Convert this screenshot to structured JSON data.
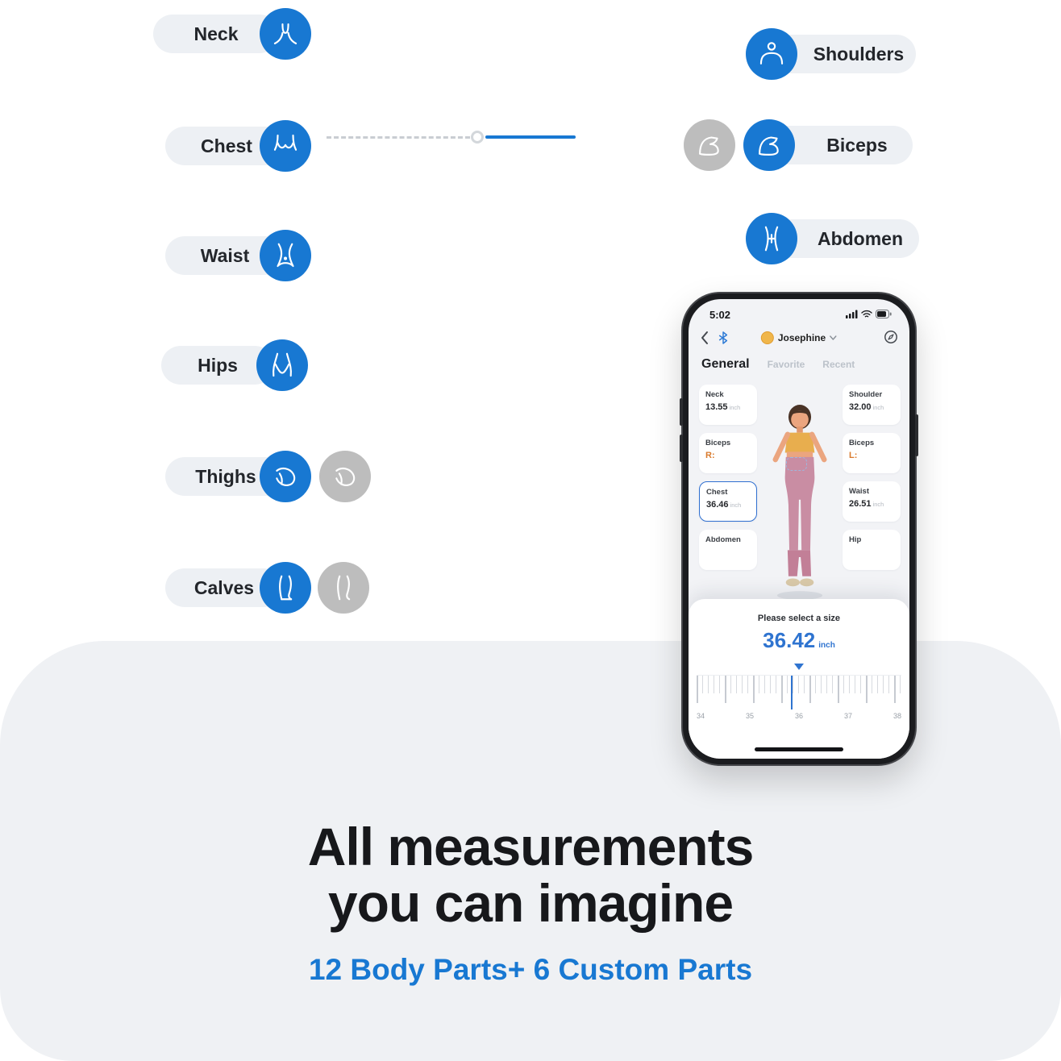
{
  "infographic": {
    "left_parts": [
      {
        "label": "Neck"
      },
      {
        "label": "Chest"
      },
      {
        "label": "Waist"
      },
      {
        "label": "Hips"
      },
      {
        "label": "Thighs"
      },
      {
        "label": "Calves"
      }
    ],
    "right_parts": [
      {
        "label": "Shoulders"
      },
      {
        "label": "Biceps"
      },
      {
        "label": "Abdomen"
      }
    ]
  },
  "phone": {
    "status": {
      "time": "5:02"
    },
    "nav": {
      "profile_name": "Josephine"
    },
    "tabs": [
      "General",
      "Favorite",
      "Recent"
    ],
    "cards_left": [
      {
        "title": "Neck",
        "value": "13.55",
        "unit": "inch"
      },
      {
        "title": "Biceps",
        "value": "R:",
        "unit": ""
      },
      {
        "title": "Chest",
        "value": "36.46",
        "unit": "inch"
      },
      {
        "title": "Abdomen",
        "value": "",
        "unit": ""
      }
    ],
    "cards_right": [
      {
        "title": "Shoulder",
        "value": "32.00",
        "unit": "inch"
      },
      {
        "title": "Biceps",
        "value": "L:",
        "unit": ""
      },
      {
        "title": "Waist",
        "value": "26.51",
        "unit": "inch"
      },
      {
        "title": "Hip",
        "value": "",
        "unit": ""
      }
    ],
    "sheet": {
      "prompt": "Please select a size",
      "value": "36.42",
      "unit": "inch",
      "ruler_labels": [
        "34",
        "35",
        "36",
        "37",
        "38"
      ]
    }
  },
  "footer": {
    "title_line1": "All measurements",
    "title_line2": "you can imagine",
    "subtitle": "12 Body Parts+ 6 Custom Parts"
  },
  "colors": {
    "accent_blue": "#1878d2",
    "icon_gray": "#bdbdbd",
    "pill_bg": "#edf0f4",
    "footer_bg": "#eff1f4",
    "phone_accent": "#2f6fd0",
    "value_orange": "#d97b2e"
  }
}
